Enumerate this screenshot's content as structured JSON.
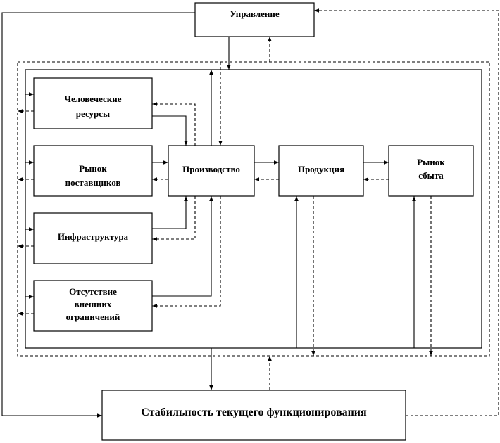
{
  "nodes": {
    "management": "Управление",
    "human_resources": [
      "Человеческие",
      "ресурсы"
    ],
    "supplier_market": [
      "Рынок",
      "поставщиков"
    ],
    "infrastructure": "Инфраструктура",
    "no_external_limits": [
      "Отсутствие",
      "внешних",
      "ограничений"
    ],
    "production": "Производство",
    "products": "Продукция",
    "sales_market": [
      "Рынок",
      "сбыта"
    ],
    "stability": "Стабильность текущего функционирования"
  }
}
